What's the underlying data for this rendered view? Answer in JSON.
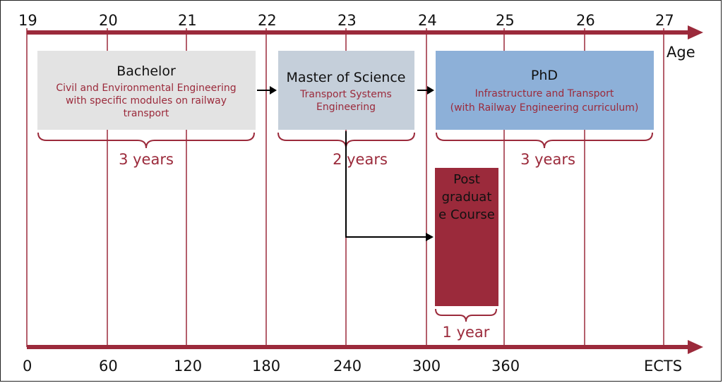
{
  "age_axis": {
    "label": "Age",
    "ticks": [
      "19",
      "20",
      "21",
      "22",
      "23",
      "24",
      "25",
      "26",
      "27"
    ]
  },
  "ects_axis": {
    "label": "ECTS",
    "ticks": [
      "0",
      "60",
      "120",
      "180",
      "240",
      "300",
      "360"
    ]
  },
  "stages": {
    "bachelor": {
      "title": "Bachelor",
      "sub1": "Civil and Environmental Engineering",
      "sub2": "with specific modules on railway",
      "sub3": "transport",
      "duration": "3 years"
    },
    "master": {
      "title": "Master of Science",
      "sub1": "Transport Systems",
      "sub2": "Engineering",
      "duration": "2 years"
    },
    "phd": {
      "title": "PhD",
      "sub1": "Infrastructure and Transport",
      "sub2": "(with Railway Engineering curriculum)",
      "duration": "3 years"
    },
    "postgrad": {
      "line1": "Post",
      "line2": "graduat",
      "line3": "e Course",
      "duration": "1 year"
    }
  },
  "colors": {
    "axis": "#9b2a3b",
    "bachelor_fill": "#e3e3e3",
    "master_fill": "#c5cfda",
    "phd_fill": "#8db0d8",
    "postgrad_fill": "#9b2a3b",
    "accent_text": "#9b2a3b"
  }
}
